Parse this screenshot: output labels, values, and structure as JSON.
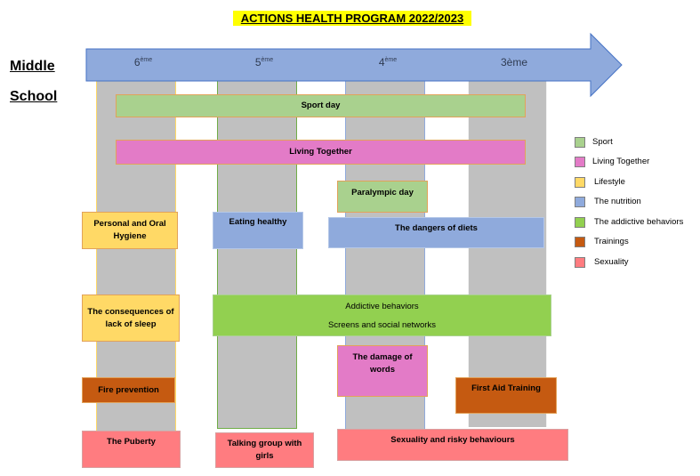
{
  "title": "ACTIONS HEALTH PROGRAM 2022/2023",
  "side_label": {
    "line1": "Middle",
    "line2": "School"
  },
  "grades": [
    {
      "base": "6",
      "sup": "ème"
    },
    {
      "base": "5",
      "sup": "ème"
    },
    {
      "base": "4",
      "sup": "ème"
    },
    {
      "base": "3ème",
      "sup": ""
    }
  ],
  "actions": {
    "sport_day": "Sport day",
    "living_together": "Living Together",
    "paralympic_day": "Paralympic day",
    "personal_oral_hygiene": "Personal and Oral Hygiene",
    "eating_healthy": "Eating healthy",
    "dangers_of_diets": "The dangers of diets",
    "consequences_sleep": "The consequences of lack of sleep",
    "addictive_line1": "Addictive behaviors",
    "addictive_line2": "Screens and social networks",
    "damage_of_words": "The damage of words",
    "fire_prevention": "Fire prevention",
    "first_aid": "First Aid Training",
    "puberty": "The Puberty",
    "talking_group": "Talking group with girls",
    "sexuality_risky": "Sexuality and risky behaviours"
  },
  "legend": [
    {
      "label": "Sport",
      "color": "#a9d18e"
    },
    {
      "label": "Living Together",
      "color": "#e37bc7"
    },
    {
      "label": "Lifestyle",
      "color": "#ffd966"
    },
    {
      "label": "The nutrition",
      "color": "#8faadc"
    },
    {
      "label": "The addictive behaviors",
      "color": "#92d050"
    },
    {
      "label": "Trainings",
      "color": "#c55a11"
    },
    {
      "label": "Sexuality",
      "color": "#ff7c80"
    }
  ],
  "colors": {
    "arrow": "#8faadc",
    "column": "#c0c0c0",
    "title_bg": "#ffff00"
  }
}
